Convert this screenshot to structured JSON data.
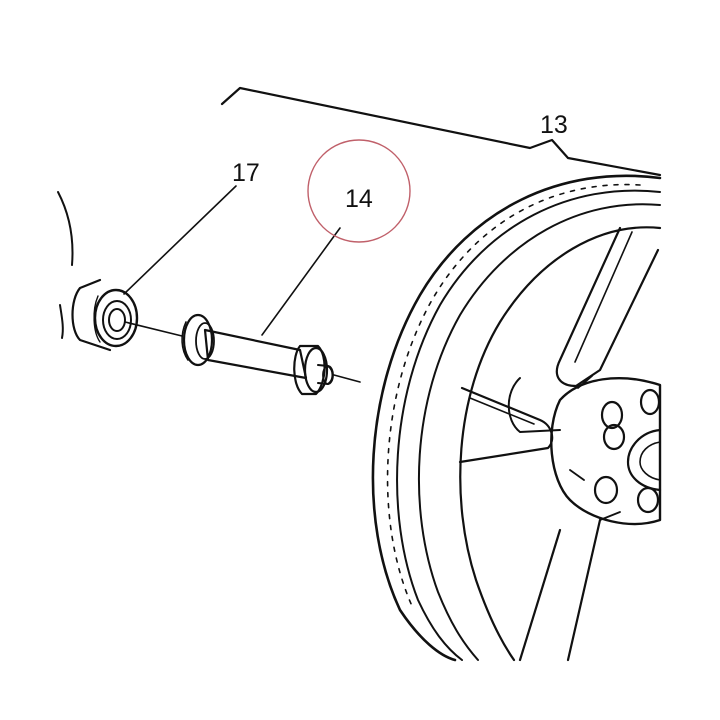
{
  "diagram": {
    "callouts": [
      {
        "id": "callout-13",
        "label": "13"
      },
      {
        "id": "callout-14",
        "label": "14"
      },
      {
        "id": "callout-17",
        "label": "17"
      }
    ],
    "colors": {
      "line": "#111111",
      "background": "#ffffff",
      "highlight_circle": "#c0606a"
    }
  }
}
